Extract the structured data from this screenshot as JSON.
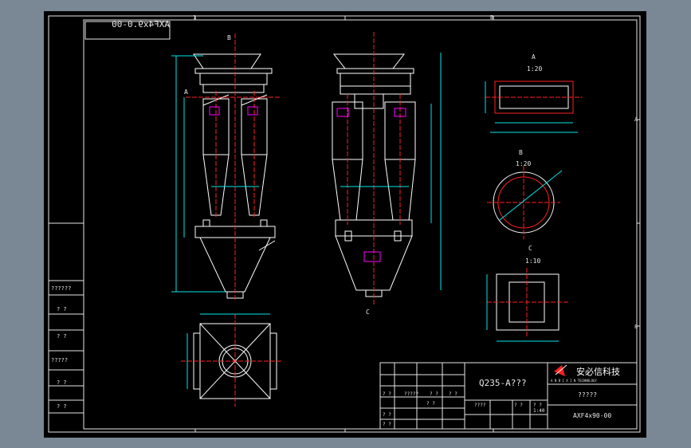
{
  "title_stamp": "AXF4x9.0-00",
  "views": {
    "front_label": "B",
    "side_label": "C",
    "section_a": "A",
    "detail_a": {
      "label": "A",
      "scale": "1:20"
    },
    "detail_b": {
      "label": "B",
      "scale": "1:20"
    },
    "detail_c": {
      "label": "C",
      "scale": "1:10"
    }
  },
  "border_marks": {
    "top": [
      "1",
      "B"
    ],
    "right": "A",
    "left": "8"
  },
  "left_table": [
    "??????",
    "? ?",
    "? ?",
    "?????",
    "? ?",
    "? ?"
  ],
  "title_block": {
    "material": "Q235-A???",
    "company": "安必信科技",
    "company_en": "A N B I X I N  TECHNOLOGY",
    "drawing_name": "?????",
    "drawing_no": "AXF4x90-00",
    "scale": "1:40",
    "small_cells": [
      "? ?",
      "?????",
      "? ?",
      "? ?",
      "? ?",
      "? ?",
      "? ?",
      "????",
      "? ?",
      "? ?"
    ]
  },
  "colors": {
    "frame": "#e6e6e6",
    "outline": "#ffffff",
    "center": "#ff2020",
    "dim": "#00e6e6",
    "hatch": "#ff00ff"
  }
}
